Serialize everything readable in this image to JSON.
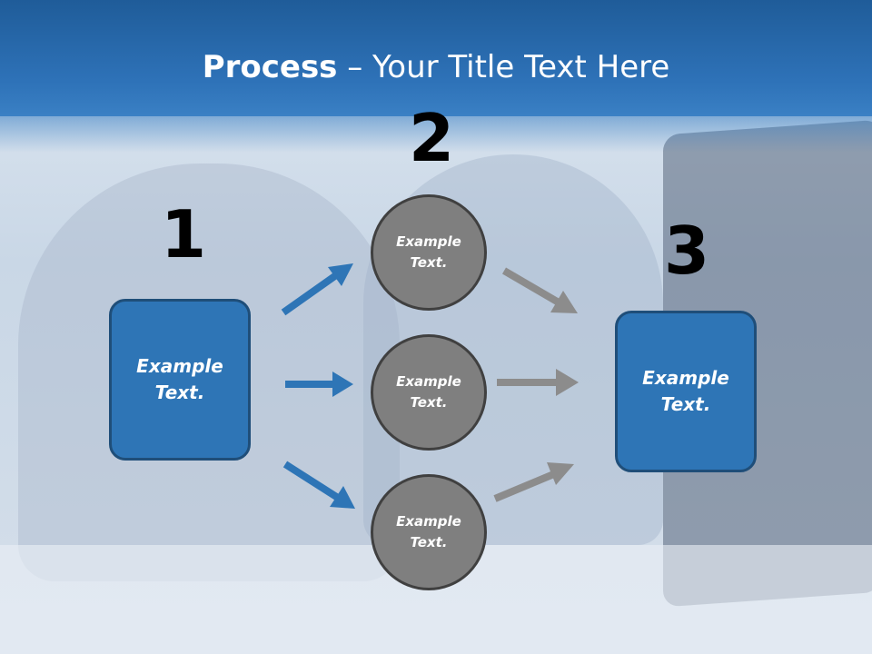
{
  "title": {
    "bold": "Process",
    "rest": " – Your Title Text Here"
  },
  "steps": {
    "one": "1",
    "two": "2",
    "three": "3"
  },
  "left_box": {
    "text": "Example\nText."
  },
  "right_box": {
    "text": "Example\nText."
  },
  "circles": [
    {
      "text": "Example\nText."
    },
    {
      "text": "Example\nText."
    },
    {
      "text": "Example\nText."
    }
  ],
  "colors": {
    "title_bar": "#2e72b8",
    "box_fill": "#2e75b6",
    "box_border": "#1f4e79",
    "circle_fill": "#7f7f7f",
    "circle_border": "#404040",
    "arrow_blue": "#2e75b6",
    "arrow_gray": "#8c8c8c"
  }
}
